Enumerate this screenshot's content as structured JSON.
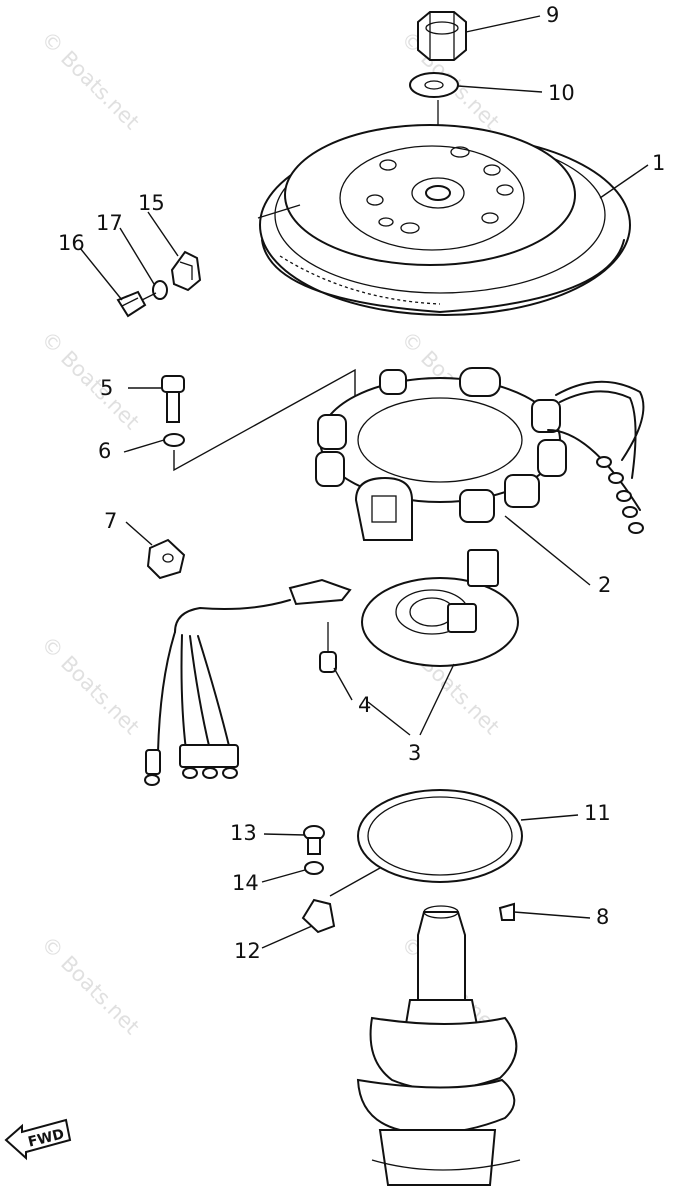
{
  "watermark": "© Boats.net",
  "callouts": {
    "c1": "1",
    "c2": "2",
    "c3": "3",
    "c4": "4",
    "c5": "5",
    "c6": "6",
    "c7": "7",
    "c8": "8",
    "c9": "9",
    "c10": "10",
    "c11": "11",
    "c12": "12",
    "c13": "13",
    "c14": "14",
    "c15": "15",
    "c16": "16",
    "c17": "17"
  },
  "fwd_label": "FWD"
}
